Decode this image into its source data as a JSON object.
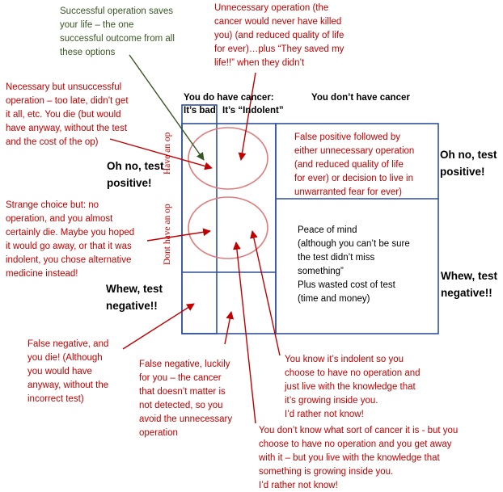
{
  "colors": {
    "annotation_red": "#c00000",
    "annotation_green": "#375623",
    "box_blue": "#2f4f9e",
    "circle_pink": "#e07b7b",
    "arrow_green": "#375623"
  },
  "headers": {
    "have_cancer": "You do have cancer:",
    "its_bad": "It’s bad",
    "indolent": "It’s “Indolent”",
    "no_cancer": "You don’t have cancer"
  },
  "test_results": {
    "positive_left": "Oh no, test\npositive!",
    "positive_right": "Oh no, test\npositive!",
    "negative_left": "Whew, test\nnegative!!",
    "negative_right": "Whew, test\nnegative!!"
  },
  "vertical_labels": {
    "have_op": "Have an op",
    "dont_have_op": "Dont have an op"
  },
  "cells": {
    "false_positive": "False positive followed by\neither unnecessary operation\n(and reduced quality of life\nfor ever) or decision to live in\nunwarranted fear for ever)",
    "peace_of_mind": "Peace of mind\n(although you can’t be sure\nthe test didn’t miss\nsomething”\nPlus wasted cost of test\n (time and money)"
  },
  "annotations": {
    "successful_op": "Successful operation saves\nyour life – the one\nsuccessful outcome from all\nthese options",
    "unnecessary_op": "Unnecessary operation (the\ncancer would never have killed\nyou) (and reduced quality of life\nfor ever)…plus “They saved my\nlife!!” when they didn’t",
    "necessary_unsuccessful": "Necessary but unsuccessful\noperation – too late, didn’t get\nit all, etc.  You die (but would\nhave anyway, without the test\nand the cost of the op)",
    "strange_choice": "Strange choice but: no\noperation, and you almost\ncertainly die.  Maybe you hoped\nit would go away, or that it was\nindolent, you chose alternative\nmedicine instead!",
    "false_negative_die": "False negative, and\nyou die!  (Although\nyou would have\nanyway, without the\nincorrect test)",
    "false_negative_lucky": "False negative, luckily\nfor you – the cancer\nthat doesn’t matter is\nnot detected, so you\navoid the unnecessary\noperation",
    "know_indolent": "You know it’s indolent so you\nchoose to have no operation and\njust live with the knowledge that\nit’s growing inside you.\nI’d rather not know!",
    "dont_know": "You don’t know what sort of cancer it is - but you\nchoose to have no operation and you get away\nwith it – but you live with the knowledge that\nsomething is growing inside you.\nI’d rather not know!"
  }
}
